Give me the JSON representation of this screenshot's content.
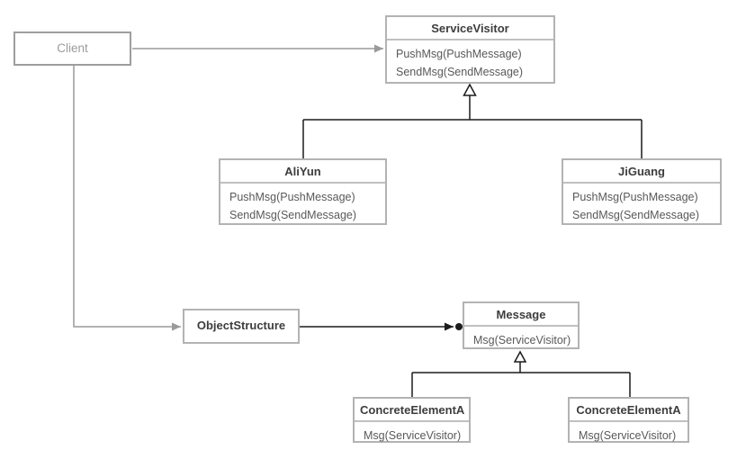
{
  "diagram": {
    "classes": {
      "client": {
        "title": "Client"
      },
      "service_visitor": {
        "title": "ServiceVisitor",
        "methods": [
          "PushMsg(PushMessage)",
          "SendMsg(SendMessage)"
        ]
      },
      "aliyun": {
        "title": "AliYun",
        "methods": [
          "PushMsg(PushMessage)",
          "SendMsg(SendMessage)"
        ]
      },
      "jiguang": {
        "title": "JiGuang",
        "methods": [
          "PushMsg(PushMessage)",
          "SendMsg(SendMessage)"
        ]
      },
      "object_structure": {
        "title": "ObjectStructure"
      },
      "message": {
        "title": "Message",
        "methods": [
          "Msg(ServiceVisitor)"
        ]
      },
      "concrete_element_a_left": {
        "title": "ConcreteElementA",
        "methods": [
          "Msg(ServiceVisitor)"
        ]
      },
      "concrete_element_a_right": {
        "title": "ConcreteElementA",
        "methods": [
          "Msg(ServiceVisitor)"
        ]
      }
    },
    "colors": {
      "background": "#ffffff",
      "box_border": "#b3b3b3",
      "client_border": "#9e9e9e",
      "header_text": "#3d3d3d",
      "method_text": "#595959",
      "client_text": "#9b9b9b",
      "association_line": "#9a9a9a",
      "inheritance_line": "#1c1c1c"
    }
  }
}
